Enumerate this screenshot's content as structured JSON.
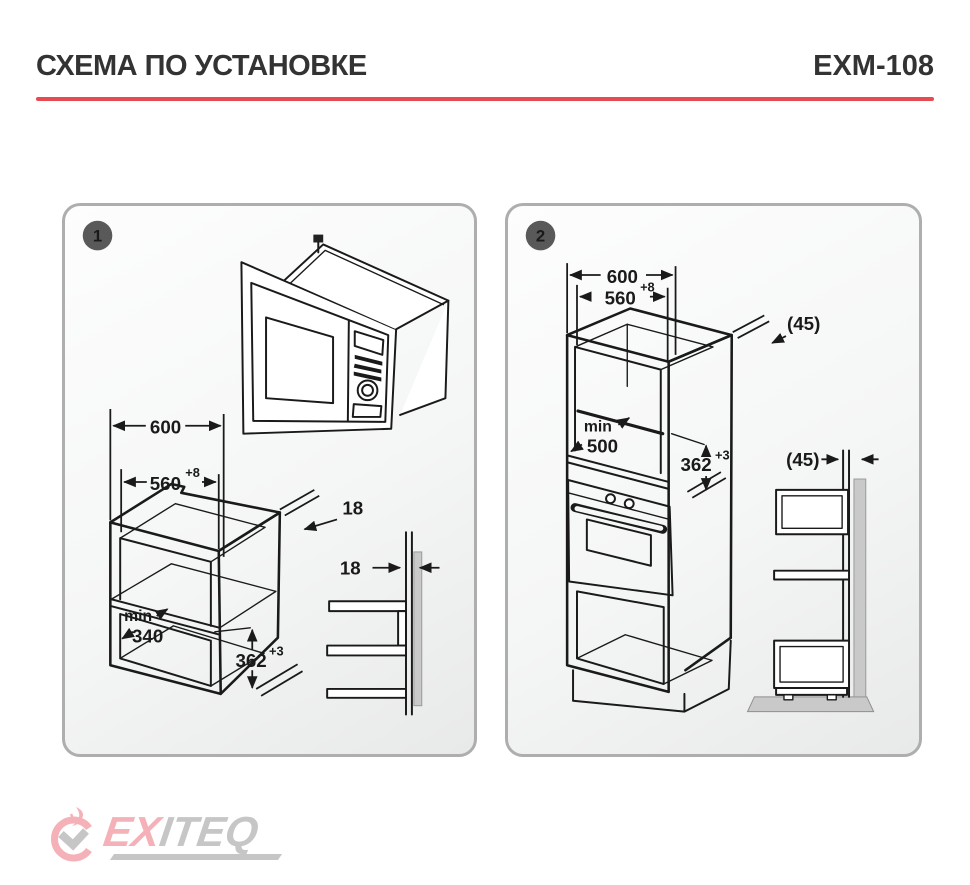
{
  "header": {
    "title": "СХЕМА ПО УСТАНОВКЕ",
    "model": "EXM-108"
  },
  "colors": {
    "accent_red": "#e84a52",
    "line_dark": "#1a1a1a",
    "panel_border": "#aeaeae",
    "badge_bg": "#595959",
    "shade_gray": "#c9c9c9",
    "logo_pink": "#f4b1b7",
    "logo_gray": "#c6c6c6"
  },
  "panels": [
    {
      "badge": "1",
      "dims": {
        "width_outer": "600",
        "width_inner_base": "560",
        "width_inner_sup": "+8",
        "thickness_top": "18",
        "thickness_side": "18",
        "min_label": "min",
        "depth_min": "340",
        "height_base": "362",
        "height_sup": "+3"
      }
    },
    {
      "badge": "2",
      "dims": {
        "width_outer": "600",
        "width_inner_base": "560",
        "width_inner_sup": "+8",
        "gap_top": "(45)",
        "gap_side": "(45)",
        "min_label": "min",
        "depth_min": "500",
        "height_base": "362",
        "height_sup": "+3"
      }
    }
  ],
  "logo": {
    "text_primary": "EX",
    "text_secondary": "ITEQ"
  }
}
